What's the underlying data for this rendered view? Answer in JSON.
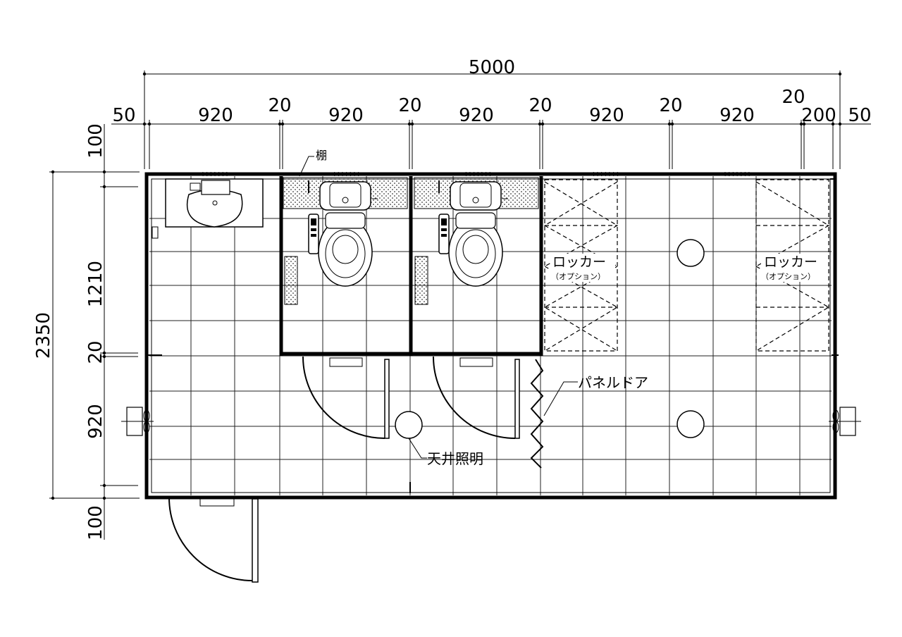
{
  "dimensions": {
    "overall_width": "5000",
    "overall_depth": "2350",
    "top_segments": [
      "50",
      "920",
      "20",
      "920",
      "20",
      "920",
      "20",
      "920",
      "20",
      "920",
      "20",
      "200",
      "50"
    ],
    "left_segments": [
      "100",
      "1210",
      "20",
      "920",
      "100"
    ]
  },
  "labels": {
    "shelf": "棚",
    "locker_1": "ロッカー",
    "locker_1_note": "（オプション）",
    "locker_2": "ロッカー",
    "locker_2_note": "（オプション）",
    "panel_door": "パネルドア",
    "ceiling_light": "天井照明"
  }
}
